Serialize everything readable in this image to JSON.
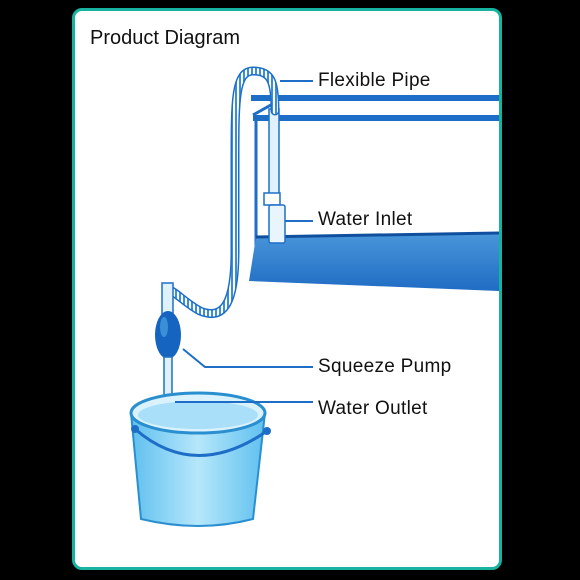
{
  "title": "Product Diagram",
  "labels": {
    "flexible_pipe": "Flexible Pipe",
    "water_inlet": "Water Inlet",
    "squeeze_pump": "Squeeze Pump",
    "water_outlet": "Water Outlet"
  },
  "colors": {
    "frame": "#000000",
    "card_border": "#16b3a0",
    "line_blue": "#1e6ec8",
    "tank_water": "#2d7fd0",
    "bucket": "#8fd6f7",
    "pump": "#1565c0"
  }
}
